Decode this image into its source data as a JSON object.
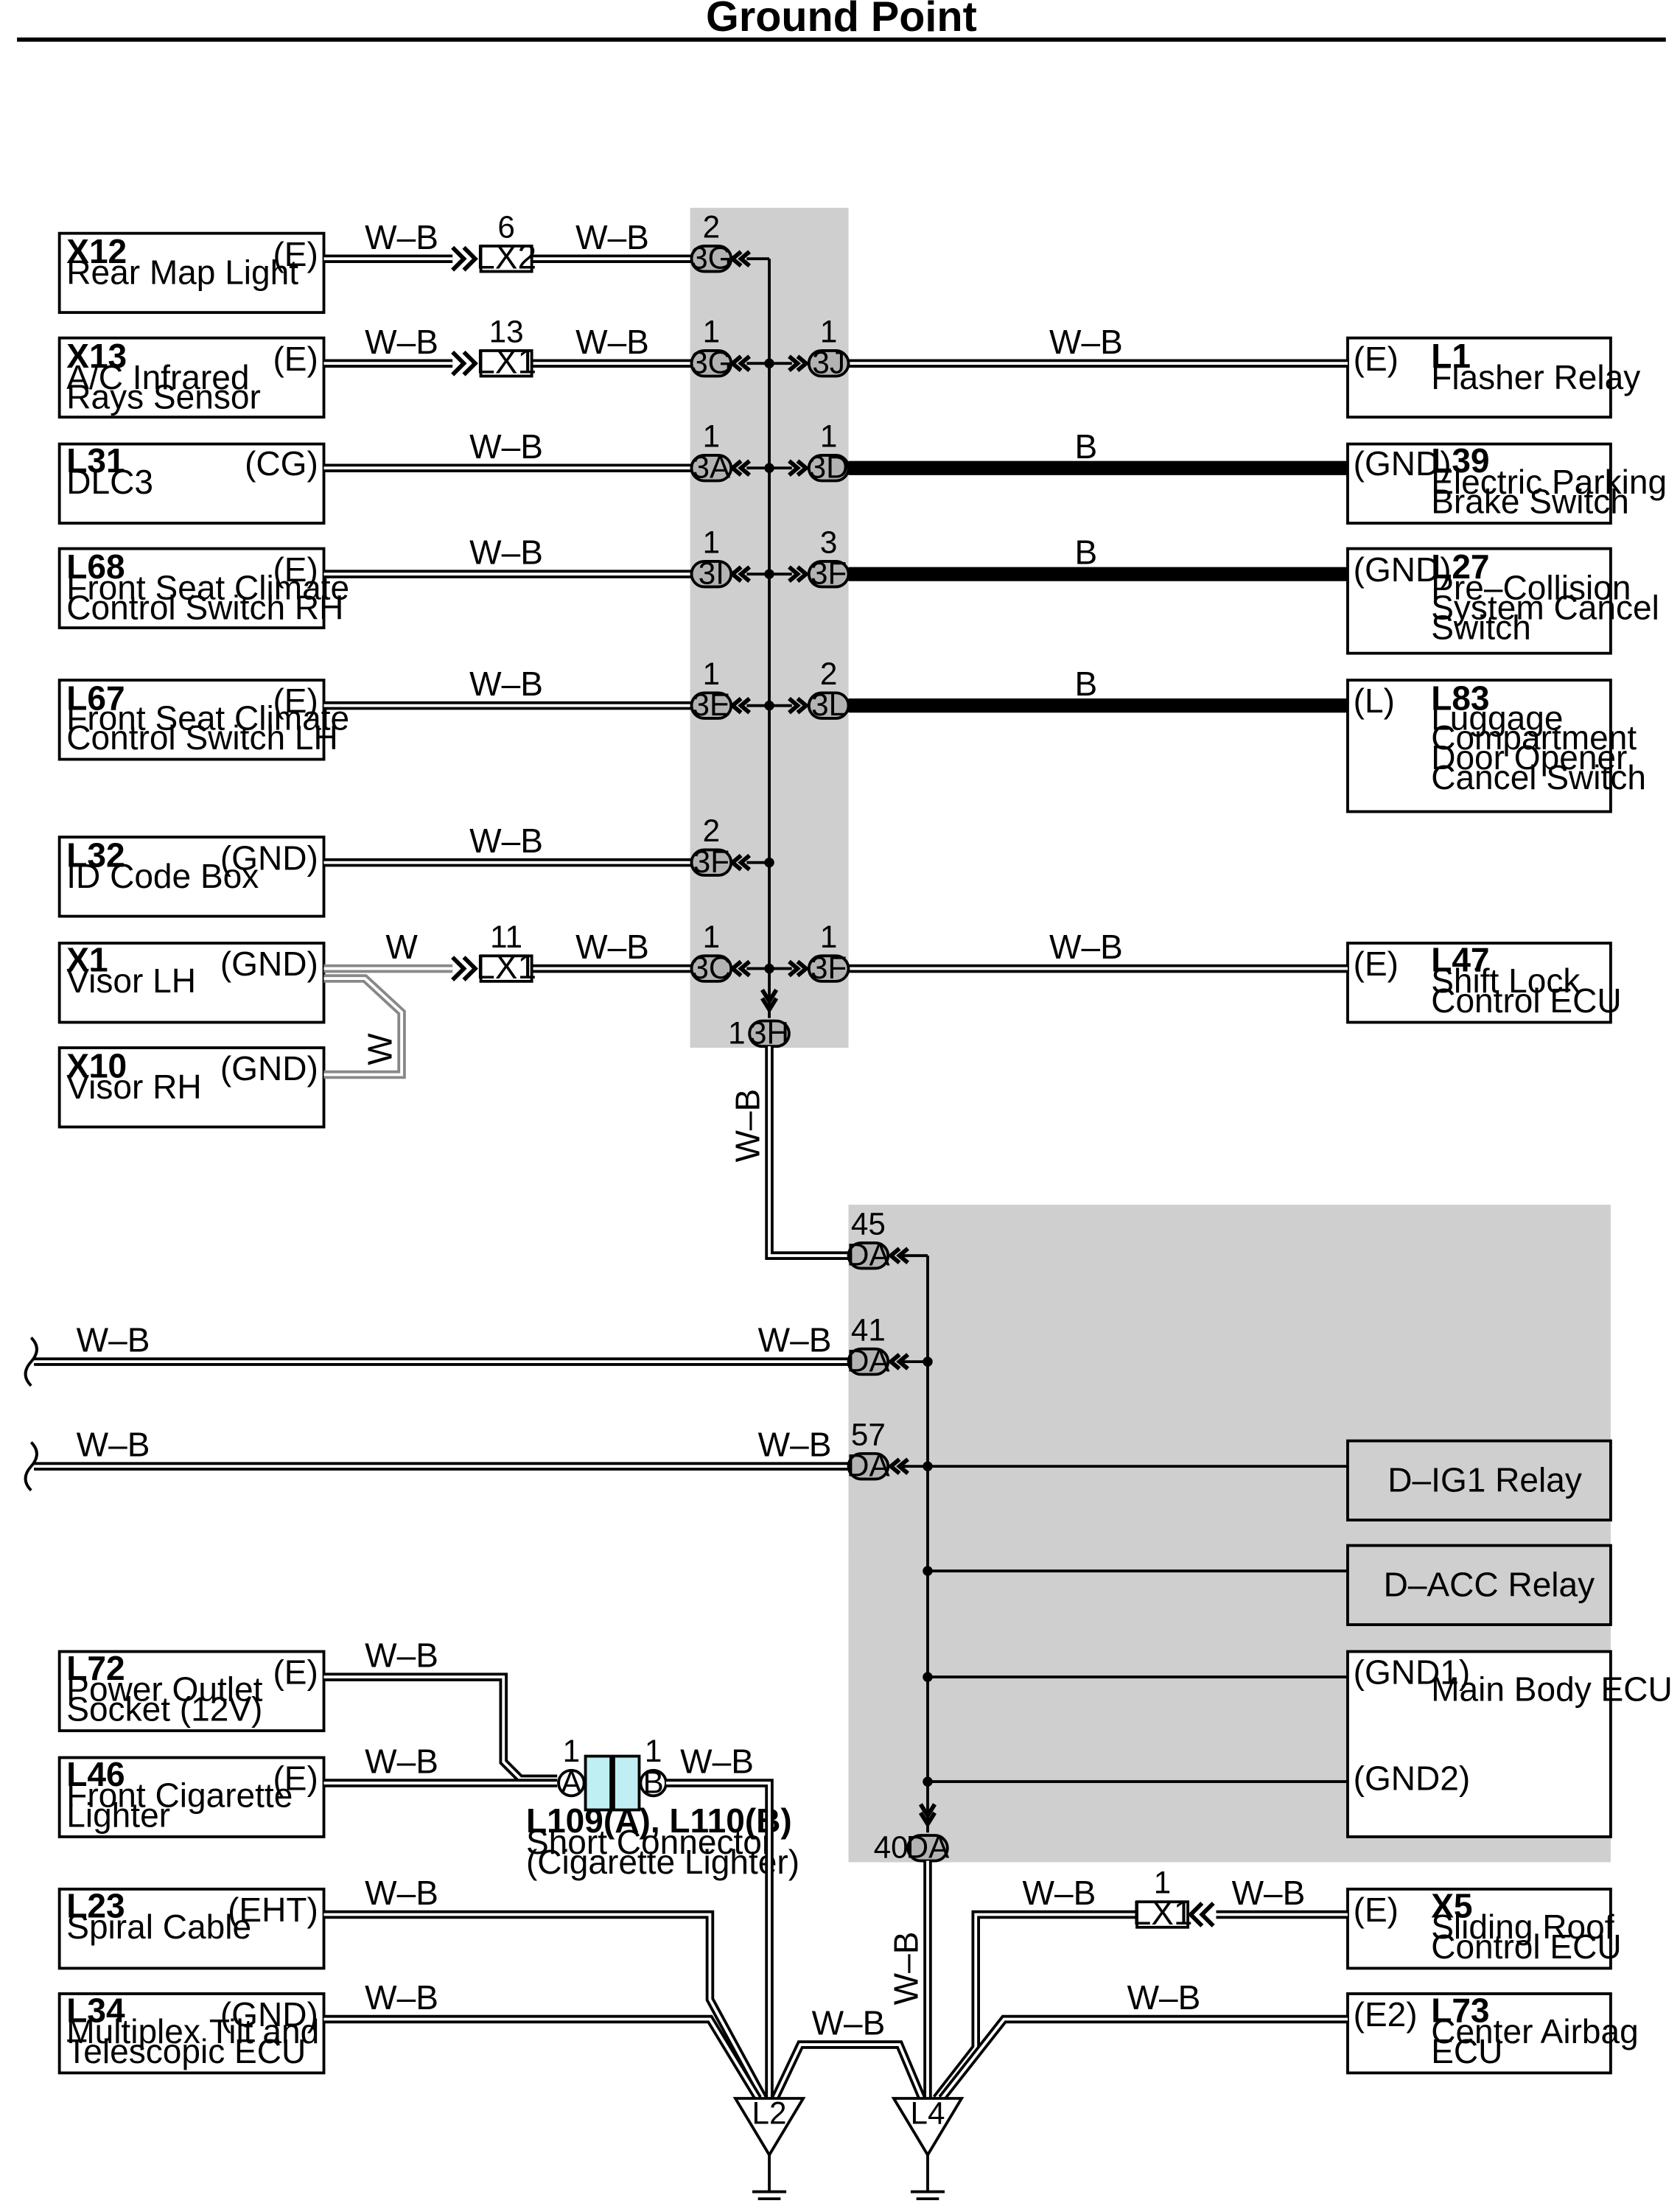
{
  "title": "Ground Point",
  "components": {
    "X12": {
      "id": "X12",
      "lines": [
        "Rear Map Light"
      ],
      "pin": "(E)"
    },
    "X13": {
      "id": "X13",
      "lines": [
        "A/C Infrared",
        "Rays Sensor"
      ],
      "pin": "(E)"
    },
    "L31": {
      "id": "L31",
      "lines": [
        "DLC3"
      ],
      "pin": "(CG)"
    },
    "L68": {
      "id": "L68",
      "lines": [
        "Front Seat Climate",
        "Control Switch RH"
      ],
      "pin": "(E)"
    },
    "L67": {
      "id": "L67",
      "lines": [
        "Front Seat Climate",
        "Control Switch LH"
      ],
      "pin": "(E)"
    },
    "L32": {
      "id": "L32",
      "lines": [
        "ID Code Box"
      ],
      "pin": "(GND)"
    },
    "X1": {
      "id": "X1",
      "lines": [
        "Visor LH"
      ],
      "pin": "(GND)"
    },
    "X10": {
      "id": "X10",
      "lines": [
        "Visor RH"
      ],
      "pin": "(GND)"
    },
    "L1": {
      "id": "L1",
      "lines": [
        "Flasher Relay"
      ],
      "pin": "(E)"
    },
    "L39": {
      "id": "L39",
      "lines": [
        "Electric Parking",
        "Brake Switch"
      ],
      "pin": "(GND)"
    },
    "L27": {
      "id": "L27",
      "lines": [
        "Pre–Collision",
        "System Cancel",
        "Switch"
      ],
      "pin": "(GND)"
    },
    "L83": {
      "id": "L83",
      "lines": [
        "Luggage",
        "Compartment",
        "Door Opener",
        "Cancel Switch"
      ],
      "pin": "(L)"
    },
    "L47": {
      "id": "L47",
      "lines": [
        "Shift Lock",
        "Control ECU"
      ],
      "pin": "(E)"
    },
    "L72": {
      "id": "L72",
      "lines": [
        "Power Outlet",
        "Socket (12V)"
      ],
      "pin": "(E)"
    },
    "L46": {
      "id": "L46",
      "lines": [
        "Front Cigarette",
        "Lighter"
      ],
      "pin": "(E)"
    },
    "L23": {
      "id": "L23",
      "lines": [
        "Spiral Cable"
      ],
      "pin": "(EHT)"
    },
    "L34": {
      "id": "L34",
      "lines": [
        "Multiplex Tilt and",
        "Telescopic ECU"
      ],
      "pin": "(GND)"
    },
    "X5": {
      "id": "X5",
      "lines": [
        "Sliding Roof",
        "Control ECU"
      ],
      "pin": "(E)"
    },
    "L73": {
      "id": "L73",
      "lines": [
        "Center Airbag",
        "ECU"
      ],
      "pin": "(E2)"
    }
  },
  "relays": {
    "dig1": "D–IG1 Relay",
    "dacc": "D–ACC Relay"
  },
  "main_body_ecu": {
    "name": "Main Body ECU",
    "pin1": "(GND1)",
    "pin2": "(GND2)"
  },
  "wires": {
    "wb": "W–B",
    "b": "B",
    "w": "W"
  },
  "junctions": {
    "j3G": "3G",
    "j3J": "3J",
    "j3A": "3A",
    "j3D": "3D",
    "j3I": "3I",
    "j3F": "3F",
    "j3E": "3E",
    "j3L": "3L",
    "j3C": "3C",
    "j3H": "3H",
    "jDA": "DA"
  },
  "connectors": {
    "LX1": "LX1",
    "LX2": "LX2",
    "A": "A",
    "B": "B"
  },
  "pins": {
    "p1": "1",
    "p2": "2",
    "p3": "3",
    "p6": "6",
    "p11": "11",
    "p13": "13",
    "p40": "40",
    "p41": "41",
    "p45": "45",
    "p57": "57"
  },
  "short_connector": {
    "id": "L109(A), L110(B)",
    "line1": "Short Connector",
    "line2": "(Cigarette Lighter)"
  },
  "grounds": {
    "L2": "L2",
    "L4": "L4"
  }
}
